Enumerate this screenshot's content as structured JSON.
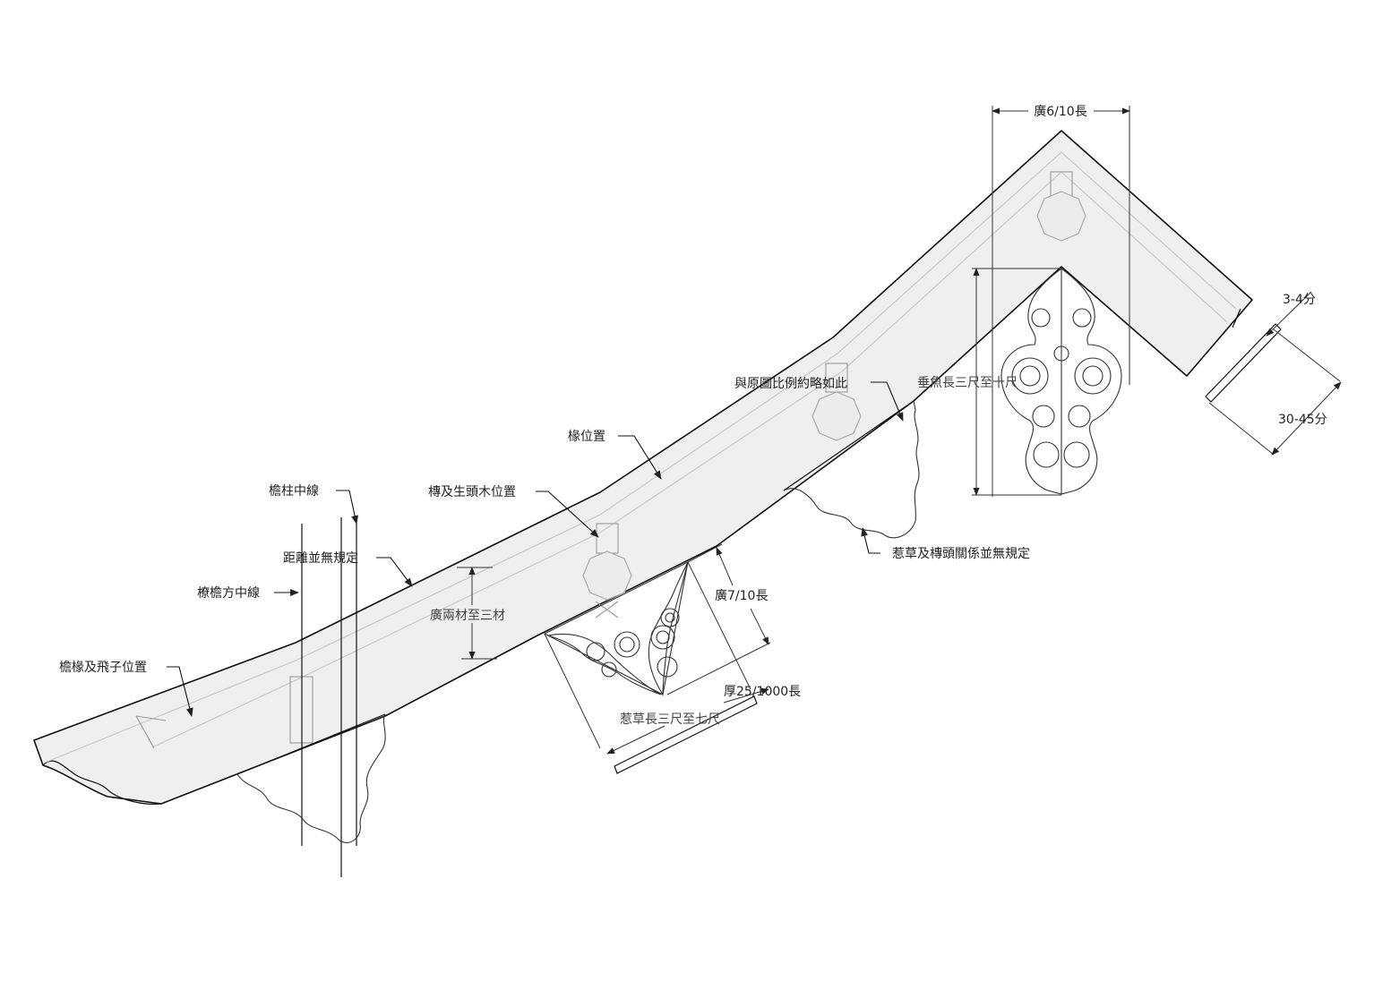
{
  "labels": {
    "top_width": "廣6/10長",
    "fish_length": "垂魚長三尺至十尺",
    "thick_small": "3-4分",
    "thick_large": "30-45分",
    "proportion_note": "與原圖比例約略如此",
    "rafter_position": "椽位置",
    "purlin_position": "槫及生頭木位置",
    "eave_column_centerline": "檐柱中線",
    "distance_unspecified": "距離並無規定",
    "eave_beam_centerline": "橑檐方中線",
    "eave_rafter_position": "檐椽及飛子位置",
    "board_width": "廣兩材至三材",
    "ornament_width": "廣7/10長",
    "ornament_thickness": "厚25/1000長",
    "ornament_length": "惹草長三尺至七尺",
    "ornament_relation": "惹草及槫頭關係並無規定"
  },
  "icons": {
    "hanging_fish": "hanging-fish-ornament-icon",
    "grass_ornament": "cloud-scroll-ornament-icon"
  },
  "colors": {
    "board_fill": "#efefef",
    "outline": "#111111",
    "annotation": "#333333"
  }
}
